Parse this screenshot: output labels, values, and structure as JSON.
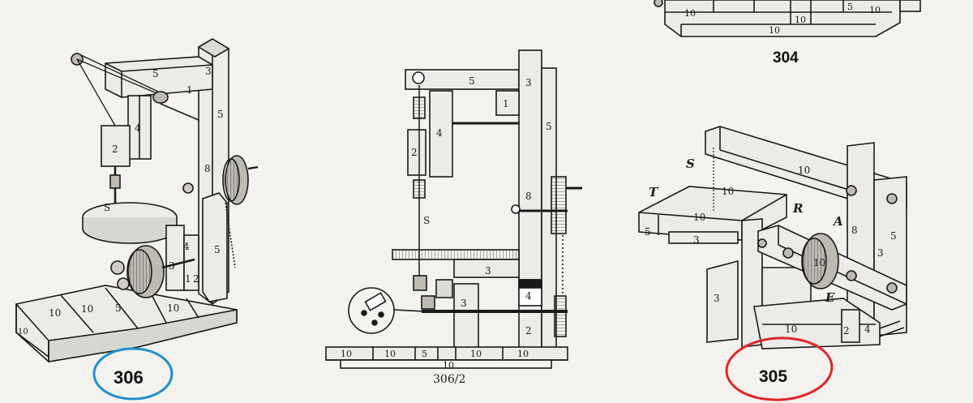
{
  "figures": {
    "fig306": {
      "caption": "306",
      "circle_color": "#1e8fd0",
      "part_numbers": [
        "3",
        "5",
        "1",
        "4",
        "2",
        "8",
        "5",
        "S",
        "4",
        "3",
        "2",
        "1",
        "5",
        "10",
        "10",
        "5",
        "10",
        "10"
      ]
    },
    "fig306_2": {
      "caption": "306/2",
      "part_numbers": [
        "5",
        "3",
        "1",
        "4",
        "2",
        "5",
        "8",
        "S",
        "3",
        "3",
        "4",
        "2",
        "10",
        "10",
        "5",
        "10",
        "10",
        "10"
      ]
    },
    "fig304": {
      "caption": "304",
      "part_numbers": [
        "10",
        "10",
        "10",
        "5",
        "10"
      ]
    },
    "fig305": {
      "caption": "305",
      "circle_color": "#e0262a",
      "letters": [
        "S",
        "T",
        "R",
        "A",
        "E"
      ],
      "part_numbers": [
        "10",
        "10",
        "10",
        "5",
        "3",
        "8",
        "5",
        "3",
        "10",
        "3",
        "10",
        "2",
        "4"
      ]
    }
  },
  "colors": {
    "ink": "#1a1a1a",
    "paper": "#f3f2ef",
    "wood": "#e9e7e2"
  }
}
